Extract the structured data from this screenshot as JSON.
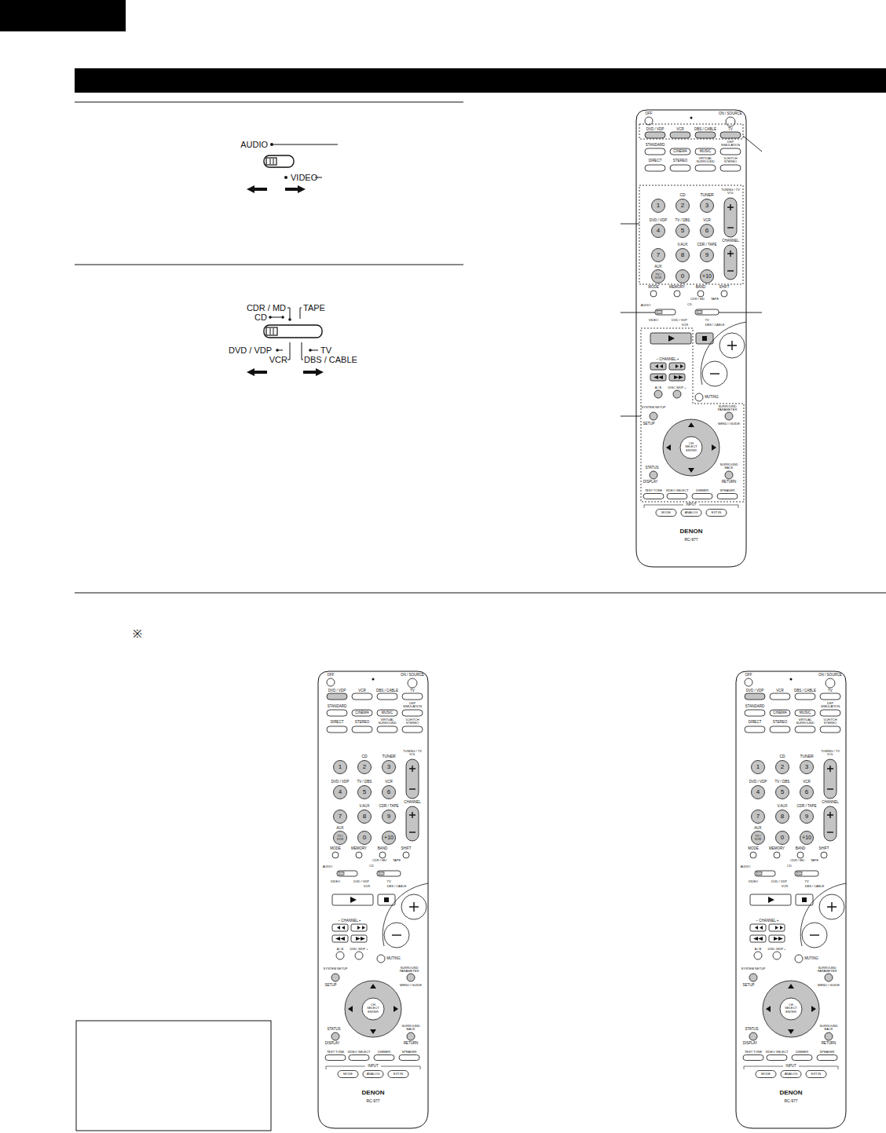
{
  "diagram": {
    "labels": [
      "AUDIO",
      "VIDEO",
      "CDR / MD",
      "CD",
      "TAPE",
      "DVD / VDP",
      "VCR",
      "TV",
      "DBS / CABLE",
      "※",
      "OFF",
      "ON / SOURCE",
      "DVD / VDP",
      "VCR",
      "DBS / CABLE",
      "TV",
      "STANDARD",
      "CINEMA",
      "MUSIC",
      "DSP SIMULATION",
      "DIRECT",
      "STEREO",
      "VIRTUAL SURROUND",
      "5CH/7CH STEREO",
      "CD",
      "TUNER",
      "TUNING / TV VOL",
      "1",
      "2",
      "3",
      "DVD / VDP",
      "TV / DBS",
      "VCR",
      "4",
      "5",
      "6",
      "V.AUX",
      "CDR / TAPE",
      "CHANNEL",
      "7",
      "8",
      "9",
      "AUX",
      "TV / VCR",
      "0",
      "+10",
      "MODE",
      "MEMORY",
      "BAND",
      "SHIFT",
      "AUDIO",
      "CDR / MD",
      "CD",
      "TAPE",
      "VIDEO",
      "DVD / VDP",
      "VCR",
      "TV",
      "DBS / CABLE",
      "– CHANNEL +",
      "A / B",
      "DISC SKIP +",
      "MUTING",
      "SYSTEM SETUP",
      "SETUP",
      "SURROUND PARAMETER",
      "MENU / GUIDE",
      "CH SELECT ENTER",
      "STATUS",
      "DISPLAY",
      "SURROUND BACK",
      "RETURN",
      "TEST TONE",
      "VIDEO SELECT",
      "DIMMER",
      "SPEAKER",
      "INPUT",
      "MODE",
      "ANALOG",
      "EXT.IN",
      "DENON",
      "RC-977",
      "OFF",
      "ON / SOURCE",
      "DVD / VDP",
      "VCR",
      "DBS / CABLE",
      "TV",
      "STANDARD",
      "CINEMA",
      "MUSIC",
      "DSP SIMULATION",
      "DIRECT",
      "STEREO",
      "VIRTUAL SURROUND",
      "5CH/7CH STEREO",
      "CD",
      "TUNER",
      "TUNING / TV VOL",
      "1",
      "2",
      "3",
      "DVD / VDP",
      "TV / DBS",
      "VCR",
      "4",
      "5",
      "6",
      "V.AUX",
      "CDR / TAPE",
      "CHANNEL",
      "7",
      "8",
      "9",
      "AUX",
      "TV / VCR",
      "0",
      "+10",
      "MODE",
      "MEMORY",
      "BAND",
      "SHIFT",
      "AUDIO",
      "CDR / MD",
      "CD",
      "TAPE",
      "VIDEO",
      "DVD / VDP",
      "VCR",
      "TV",
      "DBS / CABLE",
      "– CHANNEL +",
      "A / B",
      "DISC SKIP +",
      "MUTING",
      "SYSTEM SETUP",
      "SETUP",
      "SURROUND PARAMETER",
      "MENU / GUIDE",
      "CH SELECT ENTER",
      "STATUS",
      "DISPLAY",
      "SURROUND BACK",
      "RETURN",
      "TEST TONE",
      "VIDEO SELECT",
      "DIMMER",
      "SPEAKER",
      "INPUT",
      "MODE",
      "ANALOG",
      "EXT.IN",
      "DENON",
      "RC-977",
      "OFF",
      "ON / SOURCE",
      "DVD / VDP",
      "VCR",
      "DBS / CABLE",
      "TV",
      "STANDARD",
      "CINEMA",
      "MUSIC",
      "DSP SIMULATION",
      "DIRECT",
      "STEREO",
      "VIRTUAL SURROUND",
      "5CH/7CH STEREO",
      "CD",
      "TUNER",
      "TUNING / TV VOL",
      "1",
      "2",
      "3",
      "DVD / VDP",
      "TV / DBS",
      "VCR",
      "4",
      "5",
      "6",
      "V.AUX",
      "CDR / TAPE",
      "CHANNEL",
      "7",
      "8",
      "9",
      "AUX",
      "TV / VCR",
      "0",
      "+10",
      "MODE",
      "MEMORY",
      "BAND",
      "SHIFT",
      "AUDIO",
      "CDR / MD",
      "CD",
      "TAPE",
      "VIDEO",
      "DVD / VDP",
      "VCR",
      "TV",
      "DBS / CABLE",
      "– CHANNEL +",
      "A / B",
      "DISC SKIP +",
      "MUTING",
      "SYSTEM SETUP",
      "SETUP",
      "SURROUND PARAMETER",
      "MENU / GUIDE",
      "CH SELECT ENTER",
      "STATUS",
      "DISPLAY",
      "SURROUND BACK",
      "RETURN",
      "TEST TONE",
      "VIDEO SELECT",
      "DIMMER",
      "SPEAKER",
      "INPUT",
      "MODE",
      "ANALOG",
      "EXT.IN",
      "DENON",
      "RC-977"
    ]
  }
}
